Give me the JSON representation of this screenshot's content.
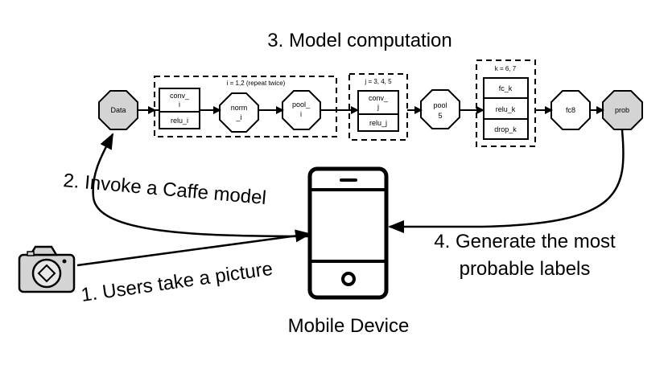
{
  "title": "3. Model computation",
  "steps": {
    "step1": "1. Users take a picture",
    "step2": "2. Invoke a Caffe model",
    "step4_line1": "4. Generate the most",
    "step4_line2": "probable labels"
  },
  "device_label": "Mobile Device",
  "nodes": {
    "data": "Data",
    "conv_i_line1": "conv_",
    "conv_i_line2": "i",
    "relu_i": "relu_i",
    "norm_i_line1": "norm",
    "norm_i_line2": "_i",
    "pool_i_line1": "pool_",
    "pool_i_line2": "i",
    "conv_j_line1": "conv_",
    "conv_j_line2": "j",
    "relu_j": "relu_j",
    "pool5_line1": "pool",
    "pool5_line2": "5",
    "fc_k": "fc_k",
    "relu_k": "relu_k",
    "drop_k": "drop_k",
    "fc8": "fc8",
    "prob": "prob"
  },
  "groups": {
    "group_i": "i = 1,2 (repeat twice)",
    "group_j": "j = 3, 4, 5",
    "group_k": "k = 6, 7"
  },
  "colors": {
    "input_output_fill": "#d4d4d4",
    "stroke": "#000000",
    "background": "#ffffff"
  },
  "icons": [
    "camera-icon",
    "smartphone-icon"
  ]
}
